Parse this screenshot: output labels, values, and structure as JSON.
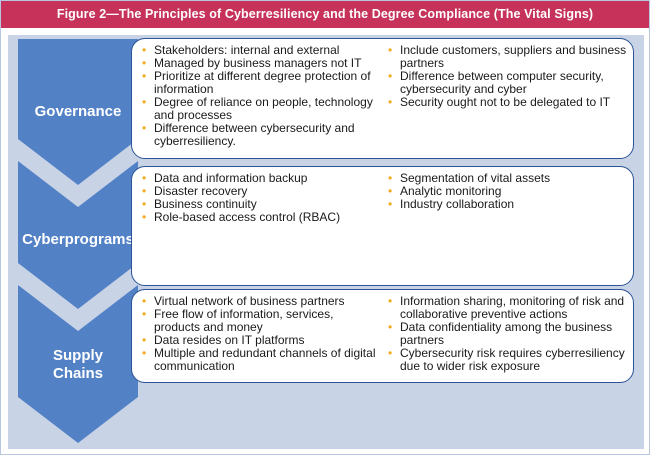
{
  "title": "Figure 2—The Principles of Cyberresiliency and the Degree Compliance (The Vital Signs)",
  "colors": {
    "title_bg": "#c6325a",
    "panel_bg": "#c8d3e6",
    "chevron": "#5381c6",
    "box_border": "#2c5496",
    "bullet": "#f2a91c"
  },
  "bullet_glyph": "•",
  "sections": [
    {
      "label": "Governance",
      "left": [
        "Stakeholders: internal and external",
        "Managed by business managers not IT",
        "Prioritize at different degree protection of information",
        "Degree of reliance on people, technology and processes",
        "Difference between cybersecurity and cyberresiliency."
      ],
      "right": [
        "Include customers, suppliers and business partners",
        "Difference between computer security, cybersecurity and cyber",
        "Security ought not to be delegated to IT"
      ]
    },
    {
      "label": "Cyberprograms",
      "left": [
        "Data and information backup",
        "Disaster recovery",
        "Business continuity",
        "Role-based access control (RBAC)"
      ],
      "right": [
        "Segmentation of vital assets",
        "Analytic monitoring",
        "Industry collaboration"
      ]
    },
    {
      "label": "Supply Chains",
      "left": [
        "Virtual network of business partners",
        "Free flow of information, services, products and money",
        "Data resides on IT platforms",
        "Multiple and redundant channels of digital communication"
      ],
      "right": [
        "Information sharing, monitoring of risk and collaborative preventive actions",
        "Data confidentiality among the business partners",
        "Cybersecurity risk requires cyberresiliency due to wider risk exposure"
      ]
    }
  ]
}
